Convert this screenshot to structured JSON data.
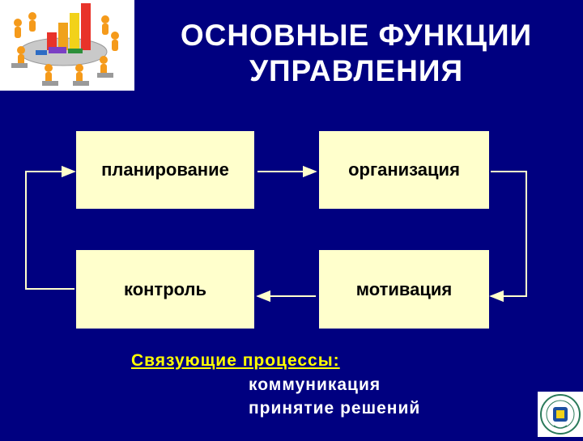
{
  "slide": {
    "title_line1": "ОСНОВНЫЕ ФУНКЦИИ",
    "title_line2": "УПРАВЛЕНИЯ"
  },
  "functions": {
    "planning": "планирование",
    "organization": "организация",
    "control": "контроль",
    "motivation": "мотивация"
  },
  "linking": {
    "title": "Связующие процессы:",
    "items": [
      "коммуникация",
      "принятие решений"
    ]
  },
  "colors": {
    "background": "#000080",
    "box_fill": "#ffffcc",
    "arrow": "#ffffcc",
    "linking_title": "#ffff00"
  },
  "icons": {
    "clipart": "team-meeting-bar-chart-clipart",
    "logo": "university-logo"
  }
}
